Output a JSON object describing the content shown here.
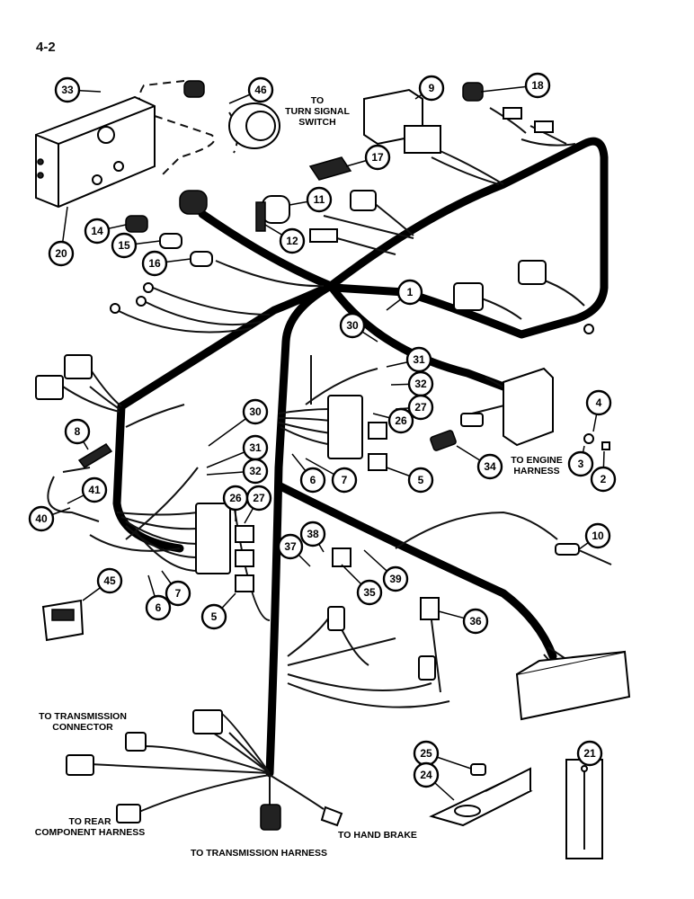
{
  "page_number": "4-2",
  "labels": {
    "turn_signal_switch": [
      "TO",
      "TURN SIGNAL",
      "SWITCH"
    ],
    "engine_harness": [
      "TO ENGINE",
      "HARNESS"
    ],
    "transmission_connector": [
      "TO TRANSMISSION",
      "CONNECTOR"
    ],
    "rear_component_harness": [
      "TO REAR",
      "COMPONENT HARNESS"
    ],
    "hand_brake": "TO HAND BRAKE",
    "transmission_harness": "TO TRANSMISSION HARNESS"
  },
  "callouts": [
    "33",
    "46",
    "9",
    "18",
    "20",
    "14",
    "15",
    "16",
    "17",
    "11",
    "12",
    "1",
    "30",
    "31",
    "32",
    "27",
    "26",
    "4",
    "3",
    "2",
    "34",
    "5",
    "7",
    "6",
    "8",
    "41",
    "40",
    "10",
    "38",
    "37",
    "39",
    "35",
    "36",
    "45",
    "25",
    "24",
    "21"
  ]
}
